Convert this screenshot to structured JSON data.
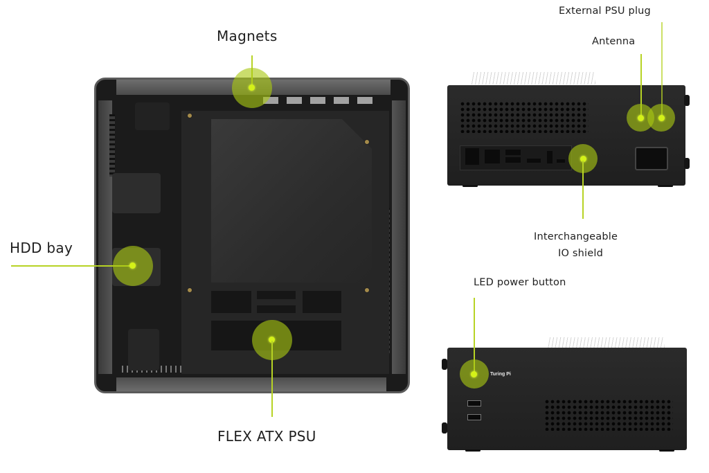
{
  "annotations": {
    "magnets": "Magnets",
    "hdd_bay": "HDD bay",
    "flex_atx_psu": "FLEX ATX PSU",
    "external_psu_plug": "External PSU plug",
    "antenna": "Antenna",
    "io_shield_line1": "Interchangeable",
    "io_shield_line2": "IO shield",
    "led_power_button": "LED power button"
  },
  "front_panel": {
    "brand": "Turing Pi"
  },
  "colors": {
    "accent": "#c8e61e",
    "halo": "#a8c814",
    "chassis": "#1f1f1f",
    "text": "#1f1f1f"
  }
}
